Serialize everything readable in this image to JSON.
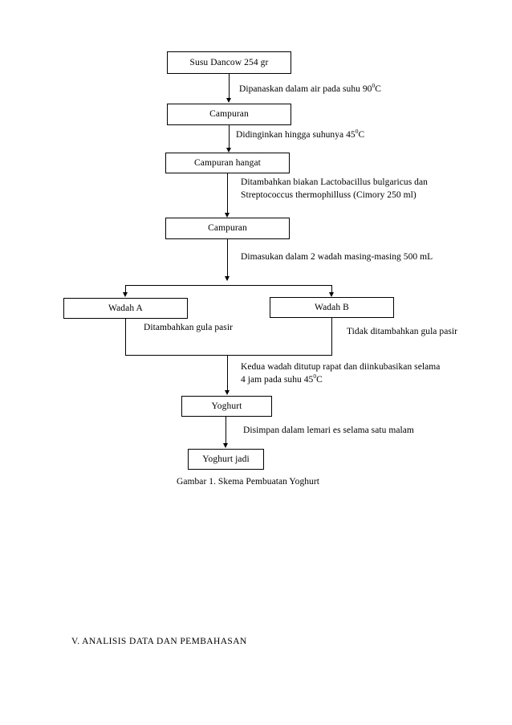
{
  "document": {
    "figure_caption": "Gambar 1. Skema Pembuatan Yoghurt",
    "section_heading": "V.  ANALISIS DATA DAN PEMBAHASAN"
  },
  "flowchart": {
    "nodes": [
      {
        "id": "susu",
        "label": "Susu Dancow 254 gr"
      },
      {
        "id": "campuran1",
        "label": "Campuran"
      },
      {
        "id": "campuran_hangat",
        "label": "Campuran hangat"
      },
      {
        "id": "campuran2",
        "label": "Campuran"
      },
      {
        "id": "wadah_a",
        "label": "Wadah A"
      },
      {
        "id": "wadah_b",
        "label": "Wadah B"
      },
      {
        "id": "yoghurt",
        "label": "Yoghurt"
      },
      {
        "id": "yoghurt_jadi",
        "label": "Yoghurt jadi"
      }
    ],
    "edge_labels": {
      "heat": {
        "text_before": "Dipanaskan dalam air pada suhu 90",
        "sup": "0",
        "text_after": "C"
      },
      "cool": {
        "text_before": "Didinginkan hingga suhunya 45",
        "sup": "0",
        "text_after": "C"
      },
      "culture_l1": "Ditambahkan biakan Lactobacillus bulgaricus dan",
      "culture_l2": "Streptococcus thermophilluss (Cimory 250 ml)",
      "split": "Dimasukan dalam 2 wadah masing-masing 500 mL",
      "sugar_yes": "Ditambahkan gula pasir",
      "sugar_no": "Tidak ditambahkan gula pasir",
      "incubate_l1": "Kedua wadah ditutup rapat dan diinkubasikan selama",
      "incubate_l2_before": "4 jam pada suhu 45",
      "incubate_l2_sup": "0",
      "incubate_l2_after": "C",
      "fridge": "Disimpan dalam lemari es selama satu malam"
    }
  },
  "colors": {
    "ink": "#000000",
    "page": "#ffffff"
  }
}
